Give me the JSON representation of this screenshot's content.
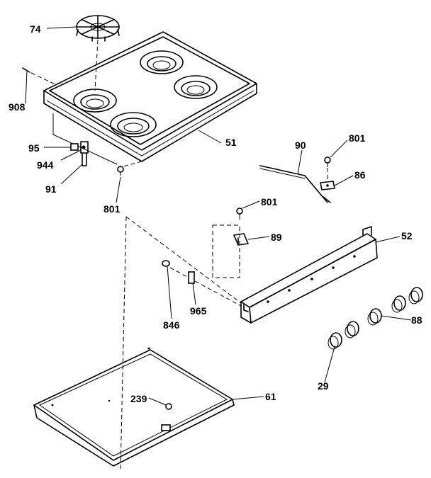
{
  "callouts": {
    "c74": "74",
    "c908": "908",
    "c51": "51",
    "c95": "95",
    "c944": "944",
    "c91": "91",
    "c801a": "801",
    "c90": "90",
    "c801b": "801",
    "c86": "86",
    "c801c": "801",
    "c89": "89",
    "c52": "52",
    "c846": "846",
    "c965": "965",
    "c88": "88",
    "c29": "29",
    "c239": "239",
    "c61": "61"
  }
}
